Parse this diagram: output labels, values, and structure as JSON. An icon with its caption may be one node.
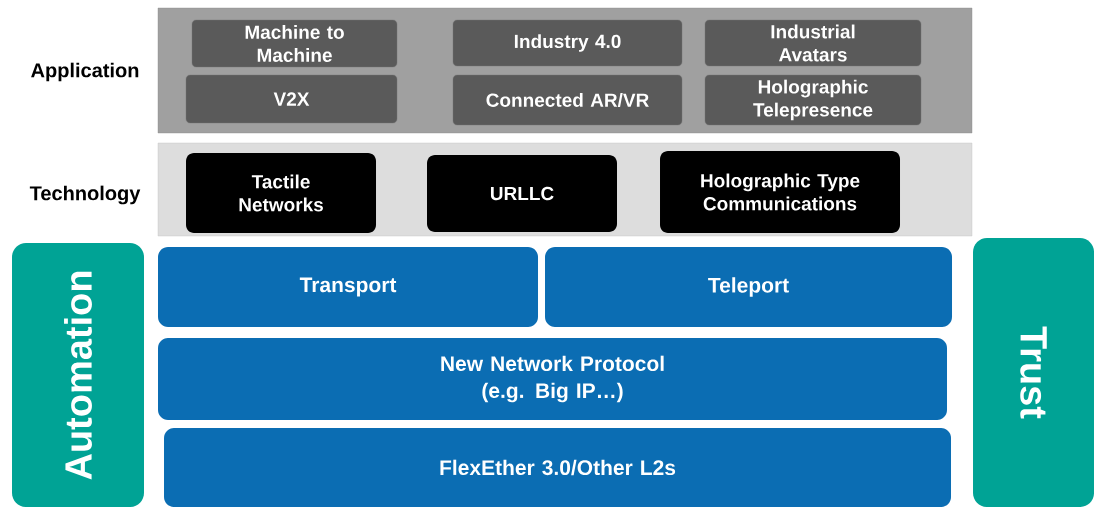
{
  "diagram": {
    "nodes": [
      {
        "text": [
          "Application"
        ]
      },
      {
        "text": [
          "Machine to Machine"
        ],
        "in": 0
      },
      {
        "text": [
          "Industry 4.0"
        ],
        "in": 0
      },
      {
        "text": [
          "Industrial Avatars"
        ],
        "in": 0
      },
      {
        "text": [
          "V2X"
        ],
        "in": 0
      },
      {
        "text": [
          "Connected AR/VR"
        ],
        "in": 0
      },
      {
        "text": [
          "Holographic Telepresence"
        ],
        "in": 0
      },
      {
        "text": [
          "Technology"
        ]
      },
      {
        "text": [
          "Tactile Networks"
        ],
        "in": 7
      },
      {
        "text": [
          "URLLC"
        ],
        "in": 7
      },
      {
        "text": [
          "Holographic Type Communications"
        ],
        "in": 7
      },
      {
        "text": [
          "Automation"
        ]
      },
      {
        "text": [
          "Transport"
        ]
      },
      {
        "text": [
          "Teleport"
        ]
      },
      {
        "text": [
          "New Network Protocol (e.g. Big IP…)"
        ]
      },
      {
        "text": [
          "FlexEther 3.0/Other L2s"
        ]
      },
      {
        "text": [
          "Trust"
        ]
      }
    ]
  }
}
